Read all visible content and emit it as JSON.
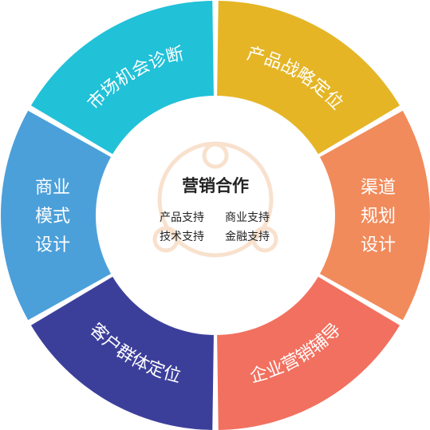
{
  "center": {
    "title": "营销合作",
    "items": [
      "产品支持",
      "商业支持",
      "技术支持",
      "金融支持"
    ]
  },
  "segments": [
    {
      "id": "product-strategy",
      "lines": [
        "产品战略定位"
      ],
      "color": "#E5B526",
      "style": "curved"
    },
    {
      "id": "channel-planning",
      "lines": [
        "渠道",
        "规划",
        "设计"
      ],
      "color": "#F18B5C",
      "style": "stacked"
    },
    {
      "id": "enterprise-marketing",
      "lines": [
        "企业营销辅导"
      ],
      "color": "#F2705F",
      "style": "curved"
    },
    {
      "id": "customer-positioning",
      "lines": [
        "客户群体定位"
      ],
      "color": "#3C3F9A",
      "style": "curved"
    },
    {
      "id": "business-model",
      "lines": [
        "商业",
        "模式",
        "设计"
      ],
      "color": "#4CA0DA",
      "style": "stacked"
    },
    {
      "id": "market-diagnosis",
      "lines": [
        "市场机会诊断"
      ],
      "color": "#21C1D8",
      "style": "curved"
    }
  ],
  "center_watermark_color": "#F3C9A6"
}
